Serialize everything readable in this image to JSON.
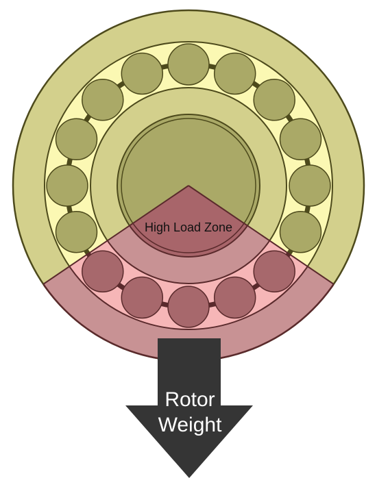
{
  "labels": {
    "zone": "High Load Zone",
    "arrow_line1": "Rotor",
    "arrow_line2": "Weight"
  },
  "colors": {
    "background": "#ffffff",
    "outer_ring": "#d3d08c",
    "cage_track": "#fbf8b3",
    "inner_ring": "#d3d08c",
    "shaft": "#aaa967",
    "shaft_core": "#a9a865",
    "roller": "#aaa967",
    "outline": "#4d4a1c",
    "load_zone": "#c89294",
    "load_zone_track": "#f6b6b7",
    "load_zone_roller": "#a7686c",
    "load_zone_shaft": "#a8656a",
    "load_outline": "#5a2a2c",
    "arrow": "#353535",
    "arrow_text": "#ffffff",
    "zone_text": "#111111"
  },
  "rollers": {
    "count": 16
  }
}
